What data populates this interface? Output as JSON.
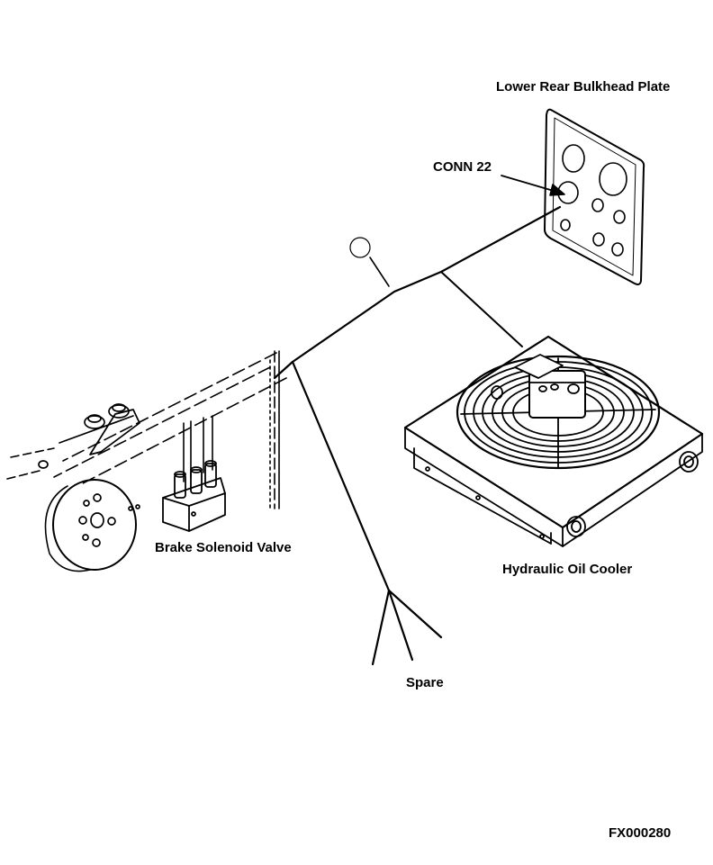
{
  "labels": {
    "bulkhead_plate": "Lower Rear Bulkhead Plate",
    "connector": "CONN 22",
    "brake_valve": "Brake Solenoid Valve",
    "oil_cooler": "Hydraulic Oil Cooler",
    "spare": "Spare",
    "figure_id": "FX000280"
  },
  "colors": {
    "ink": "#000000",
    "paper": "#ffffff"
  }
}
